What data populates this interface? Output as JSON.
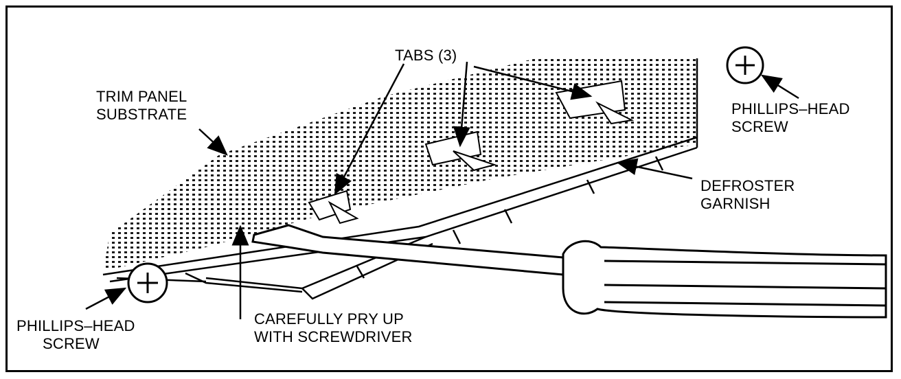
{
  "labels": {
    "tabs": "TABS (3)",
    "trim_panel_line1": "TRIM PANEL",
    "trim_panel_line2": "SUBSTRATE",
    "phillips_right_line1": "PHILLIPS–HEAD",
    "phillips_right_line2": "SCREW",
    "defroster_line1": "DEFROSTER",
    "defroster_line2": "GARNISH",
    "phillips_left_line1": "PHILLIPS–HEAD",
    "phillips_left_line2": "SCREW",
    "pry_line1": "CAREFULLY PRY UP",
    "pry_line2": "WITH SCREWDRIVER"
  },
  "colors": {
    "ink": "#000000",
    "paper": "#ffffff"
  }
}
